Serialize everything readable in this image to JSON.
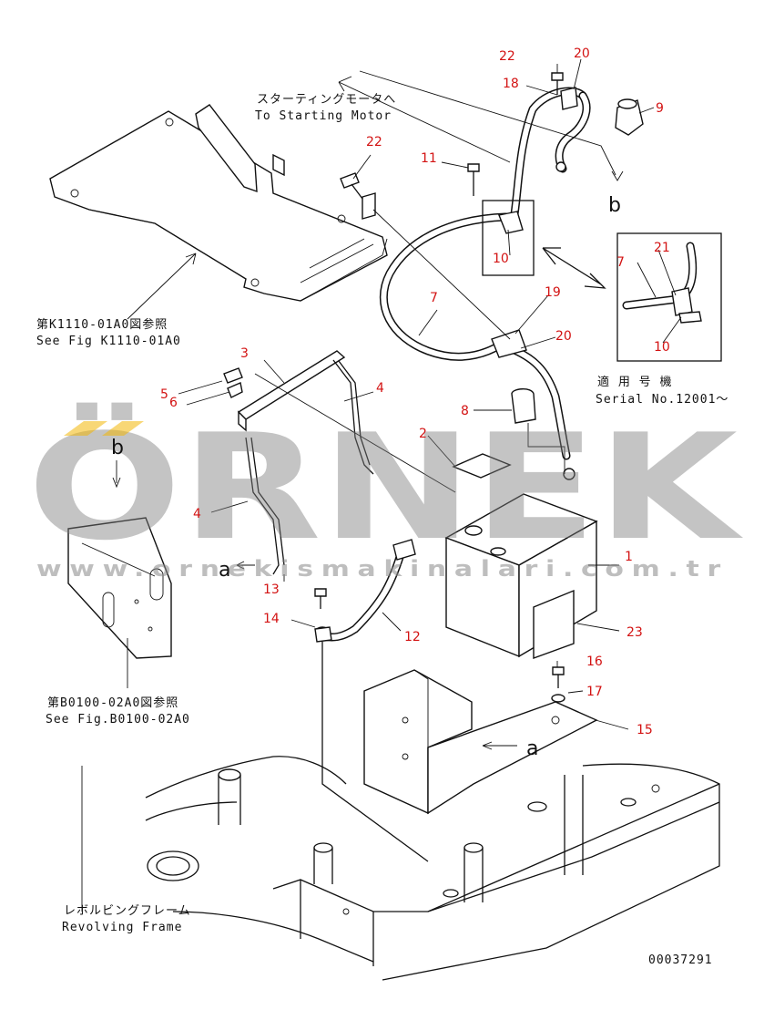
{
  "watermark": {
    "brand": "ÖRNEK",
    "url": "www.ornekismakinalari.com.tr",
    "accent_color": "#f2b705"
  },
  "notes": {
    "to_starting_motor_jp": "スターティングモータへ",
    "to_starting_motor_en": "To Starting Motor",
    "see_k_jp": "第K1110-01A0図参照",
    "see_k_en": "See Fig K1110-01A0",
    "see_b_jp": "第B0100-02A0図参照",
    "see_b_en": "See Fig.B0100-02A0",
    "serial_jp": "適 用 号 機",
    "serial_en": "Serial No.12001～",
    "frame_jp": "レボルビングフレーム",
    "frame_en": "Revolving Frame",
    "drawing_no": "00037291"
  },
  "refs": {
    "a": "a",
    "b": "b"
  },
  "parts": {
    "p1": "1",
    "p2": "2",
    "p3": "3",
    "p4": "4",
    "p5": "5",
    "p6": "6",
    "p7": "7",
    "p8": "8",
    "p9": "9",
    "p10": "10",
    "p11": "11",
    "p12": "12",
    "p13": "13",
    "p14": "14",
    "p15": "15",
    "p16": "16",
    "p17": "17",
    "p18": "18",
    "p19": "19",
    "p20": "20",
    "p21": "21",
    "p22": "22",
    "p23": "23"
  },
  "colors": {
    "callout": "#d31313",
    "line": "#111111"
  }
}
